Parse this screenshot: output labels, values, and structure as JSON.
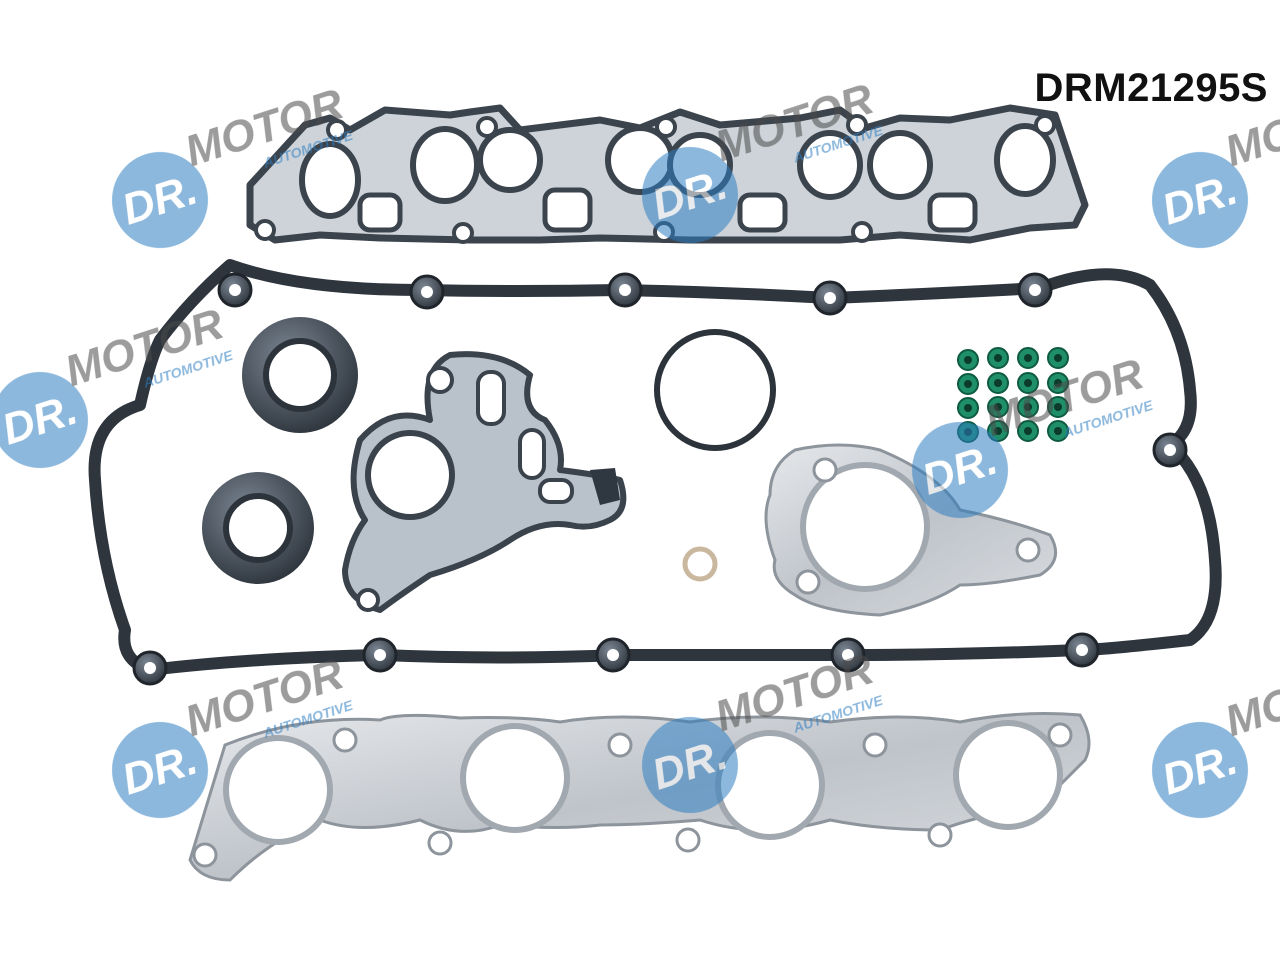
{
  "product": {
    "code": "DRM21295S"
  },
  "watermark": {
    "brand": "DR.MOTOR",
    "tagline": "AUTOMOTIVE",
    "badge_color": "#2f7ec1",
    "text_color": "#4b4b4b"
  },
  "colors": {
    "gasket_dark": "#4a5460",
    "gasket_fill": "#b7c0c9",
    "steel": "#c7cbd0",
    "seal_green": "#1f8f6a"
  }
}
